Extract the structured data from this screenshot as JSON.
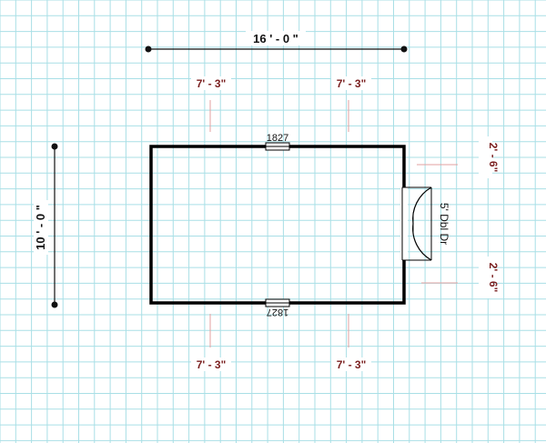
{
  "colors": {
    "background": "#ffffff",
    "grid": "#a9dfe6",
    "wall": "#000000",
    "dimension_text": "#7a1f1f",
    "tick": "#e3a0a0"
  },
  "plan": {
    "overall_width_label": "16 ' - 0 \"",
    "overall_depth_label": "10 ' - 0 \"",
    "top_left_segment": "7' - 3\"",
    "top_right_segment": "7' - 3\"",
    "bottom_left_segment": "7' - 3\"",
    "bottom_right_segment": "7' - 3\"",
    "right_upper_segment": "2' - 6\"",
    "right_lower_segment": "2' - 6\"",
    "window_top_label": "1827",
    "window_bottom_label": "1827",
    "door_label": "5' Dbl Dr"
  }
}
